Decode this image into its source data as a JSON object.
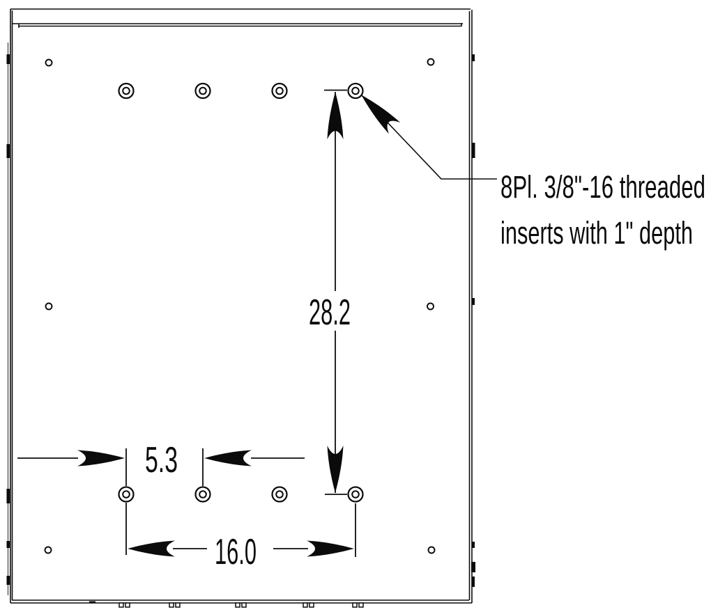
{
  "drawing": {
    "background": "#ffffff",
    "line_color": "#000000",
    "threaded_inserts": {
      "rows": 2,
      "per_row": 4,
      "total": 8
    },
    "small_holes": {
      "total": 6
    }
  },
  "dimensions": {
    "vertical_insert_spacing": {
      "value": "28.2",
      "orientation": "vertical"
    },
    "insert_pitch_small": {
      "value": "5.3",
      "orientation": "horizontal"
    },
    "insert_span_large": {
      "value": "16.0",
      "orientation": "horizontal"
    }
  },
  "callout": {
    "line1": "8Pl. 3/8\"-16 threaded",
    "line2": "inserts with 1\" depth"
  }
}
